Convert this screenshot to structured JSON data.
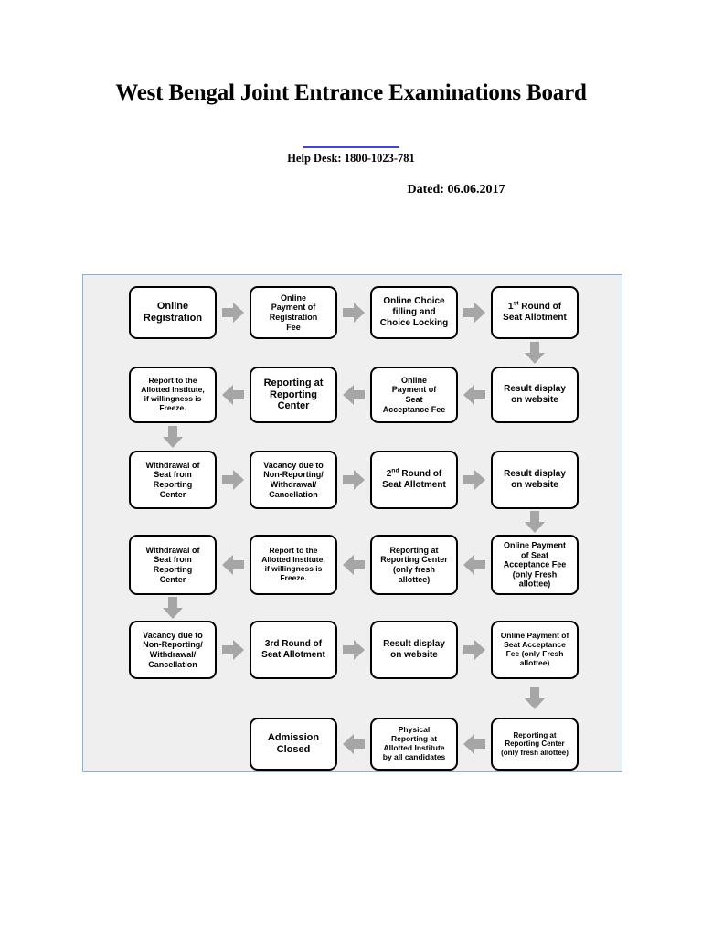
{
  "header": {
    "title": "West Bengal Joint Entrance Examinations Board",
    "help_desk": "Help Desk: 1800-1023-781",
    "dated": "Dated: 06.06.2017",
    "rule_color": "#4444cc"
  },
  "flowchart": {
    "background": "#efefef",
    "border_color": "#8ab0de",
    "arrow_color": "#a6a6a6",
    "box_border_color": "#000000",
    "rows": [
      {
        "direction": "right",
        "nodes": [
          {
            "lines": [
              "Online",
              "Registration"
            ]
          },
          {
            "lines": [
              "Online",
              "Payment of",
              "Registration",
              "Fee"
            ]
          },
          {
            "lines": [
              "Online Choice",
              "filling and",
              "Choice Locking"
            ]
          },
          {
            "lines": [
              "1st Round of",
              "Seat Allotment"
            ],
            "sup": "st"
          }
        ]
      },
      {
        "direction": "left",
        "nodes": [
          {
            "lines": [
              "Report to the",
              "Allotted Institute,",
              "if  willingness is",
              "Freeze."
            ]
          },
          {
            "lines": [
              "Reporting at",
              "Reporting",
              "Center"
            ]
          },
          {
            "lines": [
              "Online",
              "Payment of",
              "Seat",
              "Acceptance Fee"
            ]
          },
          {
            "lines": [
              "Result display",
              "on website"
            ]
          }
        ]
      },
      {
        "direction": "right",
        "nodes": [
          {
            "lines": [
              "Withdrawal of",
              "Seat from",
              "Reporting",
              "Center"
            ]
          },
          {
            "lines": [
              "Vacancy due to",
              "Non-Reporting/",
              "Withdrawal/",
              "Cancellation"
            ]
          },
          {
            "lines": [
              "2nd Round of",
              "Seat Allotment"
            ],
            "sup": "nd"
          },
          {
            "lines": [
              "Result display",
              "on website"
            ]
          }
        ]
      },
      {
        "direction": "left",
        "nodes": [
          {
            "lines": [
              "Withdrawal of",
              "Seat from",
              "Reporting",
              "Center"
            ]
          },
          {
            "lines": [
              "Report to the",
              "Allotted Institute,",
              "if  willingness is",
              "Freeze."
            ]
          },
          {
            "lines": [
              "Reporting at",
              "Reporting Center",
              "(only fresh",
              "allottee)"
            ]
          },
          {
            "lines": [
              "Online Payment",
              "of Seat",
              "Acceptance Fee",
              "(only Fresh",
              "allottee)"
            ],
            "overflow": true
          }
        ]
      },
      {
        "direction": "right",
        "nodes": [
          {
            "lines": [
              "Vacancy due to",
              "Non-Reporting/",
              "Withdrawal/",
              "Cancellation"
            ]
          },
          {
            "lines": [
              "3rd Round of",
              "Seat Allotment"
            ]
          },
          {
            "lines": [
              "Result display",
              "on website"
            ]
          },
          {
            "lines": [
              "Online Payment of",
              "Seat Acceptance",
              "Fee (only Fresh",
              "allottee)"
            ]
          }
        ]
      },
      {
        "direction": "left",
        "nodes": [
          {
            "lines": []
          },
          {
            "lines": [
              "Admission",
              "Closed"
            ]
          },
          {
            "lines": [
              "Physical",
              "Reporting at",
              "Allotted Institute",
              "by all candidates"
            ]
          },
          {
            "lines": [
              "Reporting at",
              "Reporting Center",
              "(only fresh allottee)"
            ]
          }
        ]
      }
    ]
  }
}
